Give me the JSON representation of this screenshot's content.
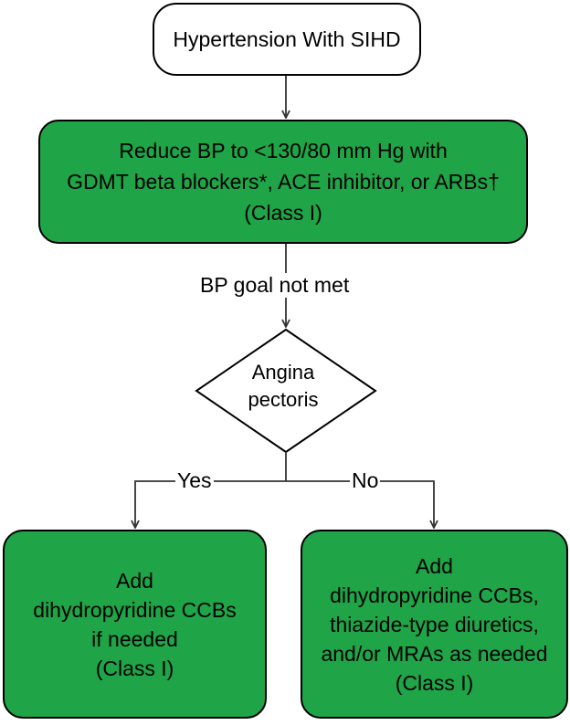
{
  "nodes": {
    "start": {
      "text": "Hypertension With SIHD"
    },
    "step1": {
      "line1": "Reduce BP to <130/80 mm Hg with",
      "line2": "GDMT beta blockers*, ACE inhibitor, or ARBs†",
      "line3": "(Class I)"
    },
    "decision": {
      "line1": "Angina",
      "line2": "pectoris"
    },
    "left": {
      "line1": "Add",
      "line2": "dihydropyridine CCBs",
      "line3": "if needed",
      "line4": "(Class I)"
    },
    "right": {
      "line1": "Add",
      "line2": "dihydropyridine CCBs,",
      "line3": "thiazide-type diuretics,",
      "line4": "and/or MRAs as needed",
      "line5": "(Class I)"
    }
  },
  "edges": {
    "bp_goal": "BP goal not met",
    "yes": "Yes",
    "no": "No"
  },
  "colors": {
    "box_fill": "#1fa548",
    "border": "#000000",
    "arrow": "#333333"
  }
}
